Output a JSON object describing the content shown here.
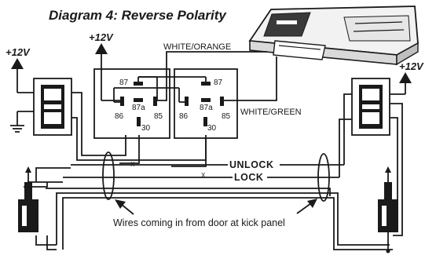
{
  "title": "Diagram 4: Reverse Polarity",
  "power": {
    "left_outer": "+12V",
    "left_relay": "+12V",
    "right_outer": "+12V"
  },
  "relay_left": {
    "pin_87": "87",
    "pin_86": "86",
    "pin_87a": "87a",
    "pin_85": "85",
    "pin_30": "30"
  },
  "relay_right": {
    "pin_87": "87",
    "pin_86": "86",
    "pin_87a": "87a",
    "pin_85": "85",
    "pin_30": "30"
  },
  "wires": {
    "white_orange": "WHITE/ORANGE",
    "white_green": "WHITE/GREEN",
    "unlock": "UNLOCK",
    "lock": "LOCK"
  },
  "crossings": {
    "left": "X",
    "right": "X"
  },
  "caption": "Wires coming in from door at kick panel",
  "colors": {
    "ink": "#1a1a1a",
    "background": "#ffffff",
    "module_fill": "#f2f2f2"
  }
}
